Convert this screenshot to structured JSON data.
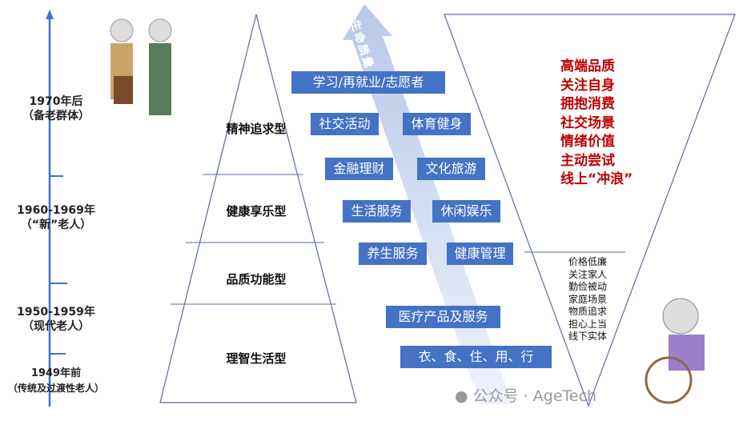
{
  "timeline": [
    {
      "year": "1970年后",
      "group": "（备老群体）"
    },
    {
      "year": "1960-1969年",
      "group": "（“新”老人）"
    },
    {
      "year": "1950-1959年",
      "group": "（现代老人）"
    },
    {
      "year": "1949年前",
      "group": "（传统及过渡性老人）"
    }
  ],
  "pyramid_levels": [
    "精神追求型",
    "健康享乐型",
    "品质功能型",
    "理智生活型"
  ],
  "arrow_label": "生命质量",
  "boxes": [
    "学习/再就业/志愿者",
    "社交活动",
    "体育健身",
    "金融理财",
    "文化旅游",
    "生活服务",
    "休闲娱乐",
    "养生服务",
    "健康管理",
    "医疗产品及服务",
    "衣、食、住、用、行"
  ],
  "upper_traits": [
    "高端品质",
    "关注自身",
    "拥抱消费",
    "社交场景",
    "情绪价值",
    "主动尝试",
    "线上“冲浪”"
  ],
  "lower_traits": [
    "价格低廉",
    "关注家人",
    "勤俭被动",
    "家庭场景",
    "物质追求",
    "担心上当",
    "线下实体"
  ],
  "watermark": "公众号 · AgeTech",
  "colors": {
    "axis": "#4472c4",
    "box": "#4472c4",
    "red": "#c00000"
  }
}
